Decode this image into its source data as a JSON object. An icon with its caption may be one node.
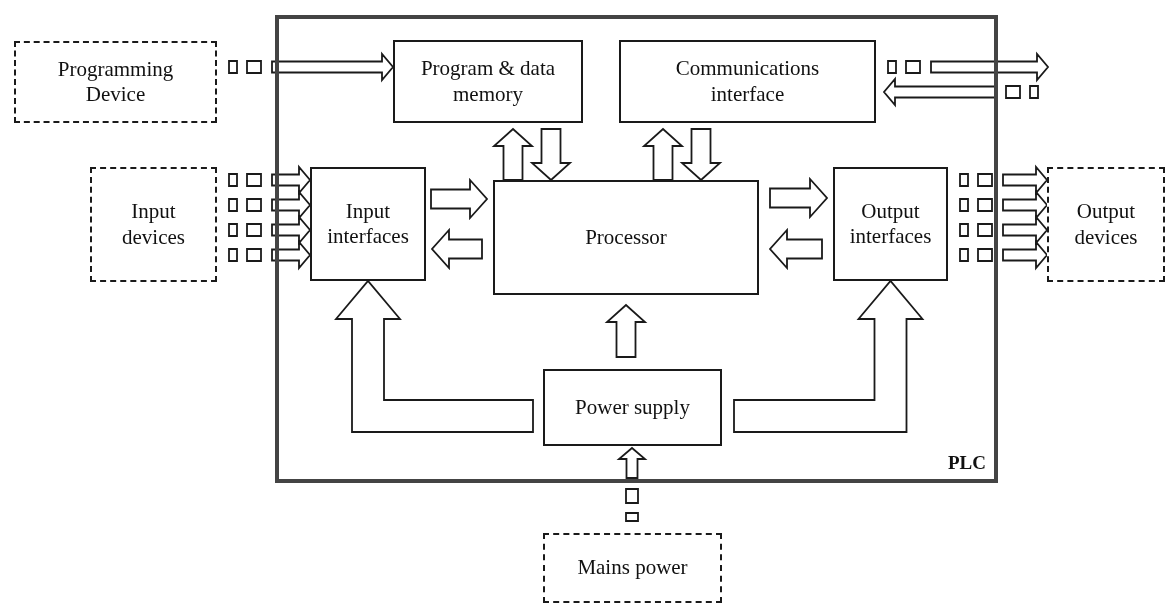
{
  "diagram": {
    "nodes": [
      {
        "text": [
          "PLC"
        ]
      },
      {
        "text": [
          "Program & data memory"
        ],
        "in": 0
      },
      {
        "text": [
          "Communications interface"
        ],
        "in": 0
      },
      {
        "text": [
          "Input interfaces"
        ],
        "in": 0
      },
      {
        "text": [
          "Processor"
        ],
        "in": 0
      },
      {
        "text": [
          "Output interfaces"
        ],
        "in": 0
      },
      {
        "text": [
          "Power supply"
        ],
        "in": 0
      },
      {
        "text": [
          "Programming Device"
        ]
      },
      {
        "text": [
          "Input devices"
        ]
      },
      {
        "text": [
          "Output devices"
        ]
      },
      {
        "text": [
          "Mains power"
        ]
      }
    ],
    "edges": [
      {
        "from": 7,
        "to": 1,
        "arrow": "to",
        "style": "dashed"
      },
      {
        "from": 8,
        "to": 3,
        "arrow": "to",
        "style": "dashed"
      },
      {
        "from": 8,
        "to": 3,
        "arrow": "to",
        "style": "dashed"
      },
      {
        "from": 8,
        "to": 3,
        "arrow": "to",
        "style": "dashed"
      },
      {
        "from": 8,
        "to": 3,
        "arrow": "to",
        "style": "dashed"
      },
      {
        "from": 3,
        "to": 4,
        "arrow": "to"
      },
      {
        "from": 4,
        "to": 3,
        "arrow": "to"
      },
      {
        "from": 4,
        "to": 1,
        "arrow": "to"
      },
      {
        "from": 1,
        "to": 4,
        "arrow": "to"
      },
      {
        "from": 4,
        "to": 2,
        "arrow": "to"
      },
      {
        "from": 2,
        "to": 4,
        "arrow": "to"
      },
      {
        "from": 4,
        "to": 5,
        "arrow": "to"
      },
      {
        "from": 5,
        "to": 4,
        "arrow": "to"
      },
      {
        "from": 5,
        "to": 9,
        "arrow": "to",
        "style": "dashed"
      },
      {
        "from": 5,
        "to": 9,
        "arrow": "to",
        "style": "dashed"
      },
      {
        "from": 5,
        "to": 9,
        "arrow": "to",
        "style": "dashed"
      },
      {
        "from": 5,
        "to": 9,
        "arrow": "to",
        "style": "dashed"
      },
      {
        "from": 2,
        "to": null,
        "arrow": "to",
        "style": "dashed"
      },
      {
        "from": null,
        "to": 2,
        "arrow": "to",
        "style": "dashed"
      },
      {
        "from": 6,
        "to": 3,
        "arrow": "to"
      },
      {
        "from": 6,
        "to": 4,
        "arrow": "to"
      },
      {
        "from": 6,
        "to": 5,
        "arrow": "to"
      },
      {
        "from": 10,
        "to": 6,
        "arrow": "to",
        "style": "dashed"
      }
    ]
  }
}
